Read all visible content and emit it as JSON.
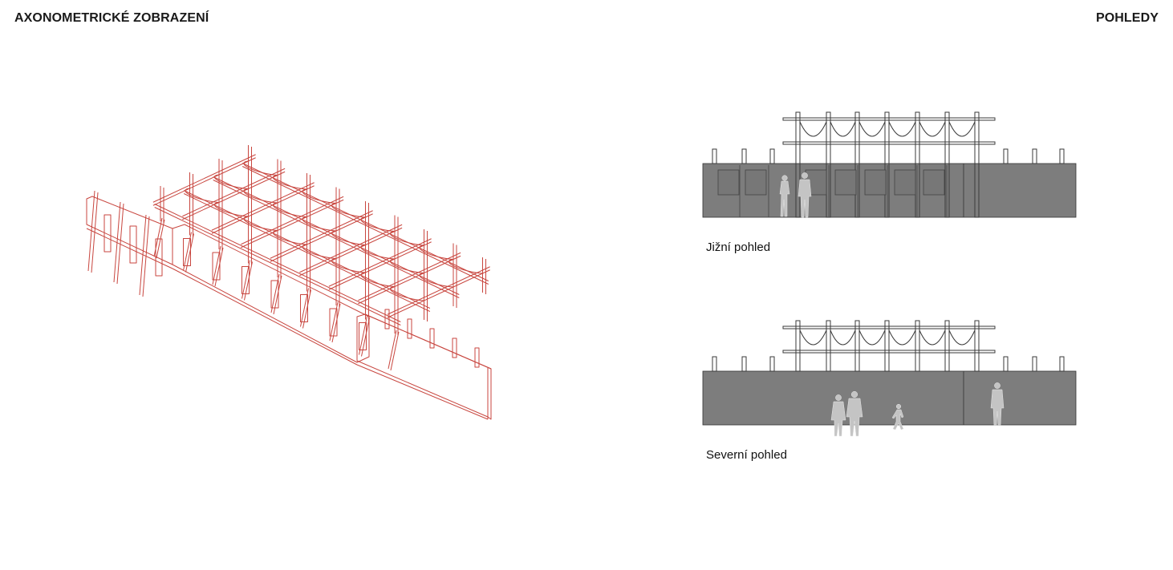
{
  "header": {
    "left_title": "AXONOMETRICKÉ ZOBRAZENÍ",
    "right_title": "POHLEDY"
  },
  "views": {
    "south_caption": "Jižní pohled",
    "north_caption": "Severní pohled"
  },
  "colors": {
    "axo_line": "#c8463f",
    "wall_fill": "#7d7d7d",
    "frame": "#3a3a3a",
    "figure": "#bdbdbd"
  }
}
